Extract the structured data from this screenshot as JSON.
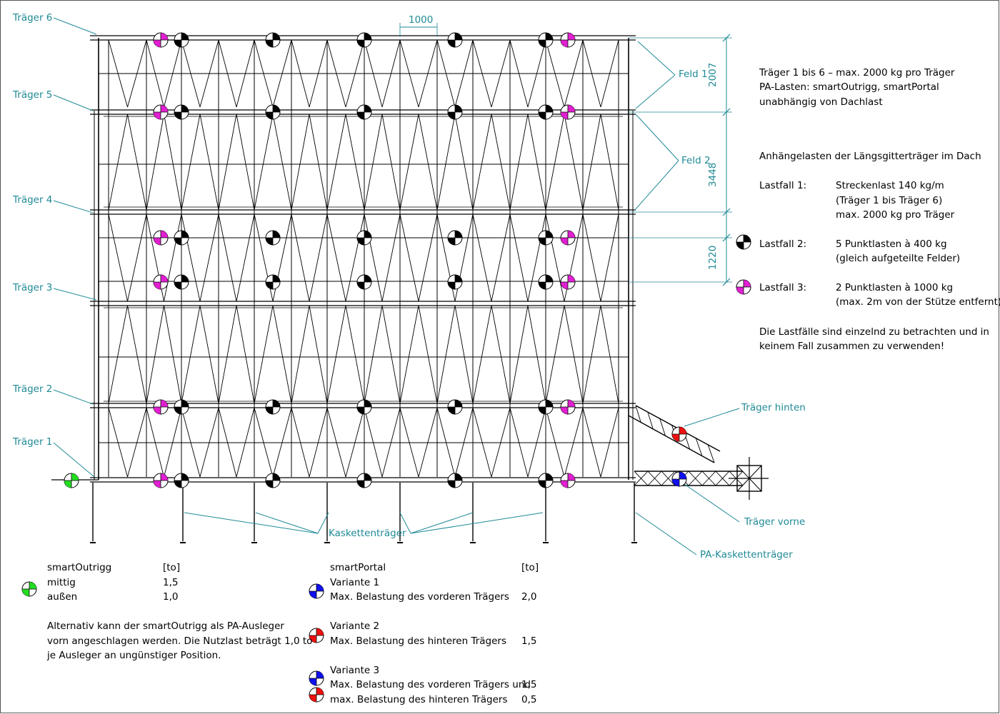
{
  "beams": {
    "t6": "Träger 6",
    "t5": "Träger 5",
    "t4": "Träger 4",
    "t3": "Träger 3",
    "t2": "Träger 2",
    "t1": "Träger 1",
    "hinten": "Träger hinten",
    "vorne": "Träger vorne",
    "kasketten": "Kaskettenträger",
    "pa_kasketten": "PA-Kaskettenträger"
  },
  "fields": {
    "feld1": "Feld 1",
    "feld2": "Feld 2"
  },
  "dimensions": {
    "top": "1000",
    "d1": "2007",
    "d2": "3448",
    "d3": "1220"
  },
  "notes": {
    "line1": "Träger 1 bis 6 – max. 2000 kg pro Träger",
    "line2": "PA-Lasten: smartOutrigg, smartPortal",
    "line3": "unabhängig von Dachlast",
    "anh_title": "Anhängelasten der Längsgitterträger im Dach",
    "lf1_label": "Lastfall 1:",
    "lf1_a": "Streckenlast 140 kg/m",
    "lf1_b": "(Träger 1 bis Träger 6)",
    "lf1_c": "max. 2000 kg pro Träger",
    "lf2_label": "Lastfall 2:",
    "lf2_a": "5 Punktlasten à 400 kg",
    "lf2_b": "(gleich aufgeteilte Felder)",
    "lf3_label": "Lastfall 3:",
    "lf3_a": "2 Punktlasten à 1000 kg",
    "lf3_b": "(max. 2m von der Stütze entfernt)",
    "warn1": "Die Lastfälle sind einzelnd zu betrachten und in",
    "warn2": "keinem Fall zusammen zu verwenden!"
  },
  "outrigg": {
    "title": "smartOutrigg",
    "unit": "[to]",
    "r1_label": "mittig",
    "r1_val": "1,5",
    "r2_label": "außen",
    "r2_val": "1,0",
    "alt1": "Alternativ kann der smartOutrigg als PA-Ausleger",
    "alt2": "vorn angeschlagen werden. Die Nutzlast beträgt 1,0 to",
    "alt3": "je Ausleger an ungünstiger Position."
  },
  "portal": {
    "title": "smartPortal",
    "unit": "[to]",
    "v1": "Variante 1",
    "v1_desc": "Max. Belastung des vorderen Trägers",
    "v1_val": "2,0",
    "v2": "Variante 2",
    "v2_desc": "Max. Belastung des hinteren Trägers",
    "v2_val": "1,5",
    "v3": "Variante 3",
    "v3_desc1": "Max. Belastung des vorderen Trägers und",
    "v3_val1": "1,5",
    "v3_desc2": "max. Belastung des hinteren Trägers",
    "v3_val2": "0,5"
  },
  "colors": {
    "teal": "#1f8a96",
    "magenta": "#e020d0",
    "green": "#22dd22",
    "blue": "#1010ee",
    "red": "#ee1010"
  }
}
